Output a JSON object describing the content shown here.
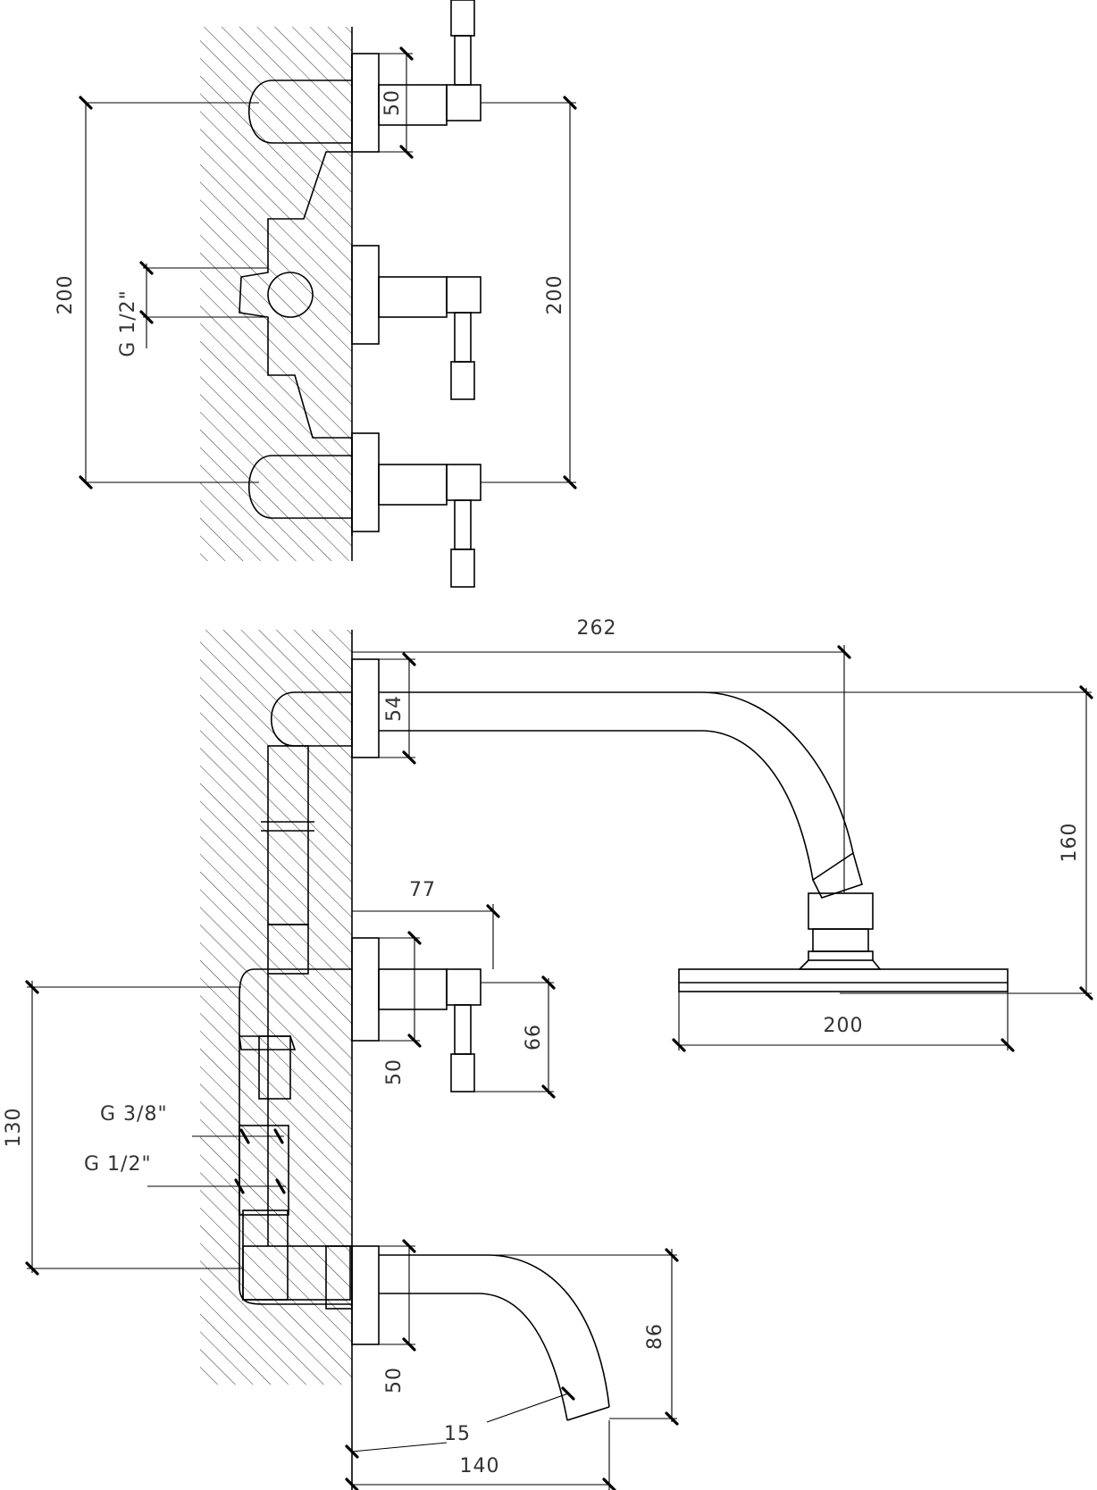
{
  "drawing": {
    "top_view": {
      "dims": {
        "height_left": "200",
        "height_right": "200",
        "flange": "50",
        "inlet": "G 1/2\""
      }
    },
    "side_view": {
      "dims": {
        "arm_reach": "262",
        "arm_flange": "54",
        "head_drop": "160",
        "head_width": "200",
        "valve_depth": "77",
        "valve_flange": "50",
        "handle_length": "66",
        "inlet_spacing": "130",
        "inlet_small": "G 3/8\"",
        "inlet_large": "G 1/2\"",
        "spout_flange": "50",
        "spout_drop": "86",
        "spout_angle": "15",
        "spout_reach": "140"
      }
    }
  }
}
